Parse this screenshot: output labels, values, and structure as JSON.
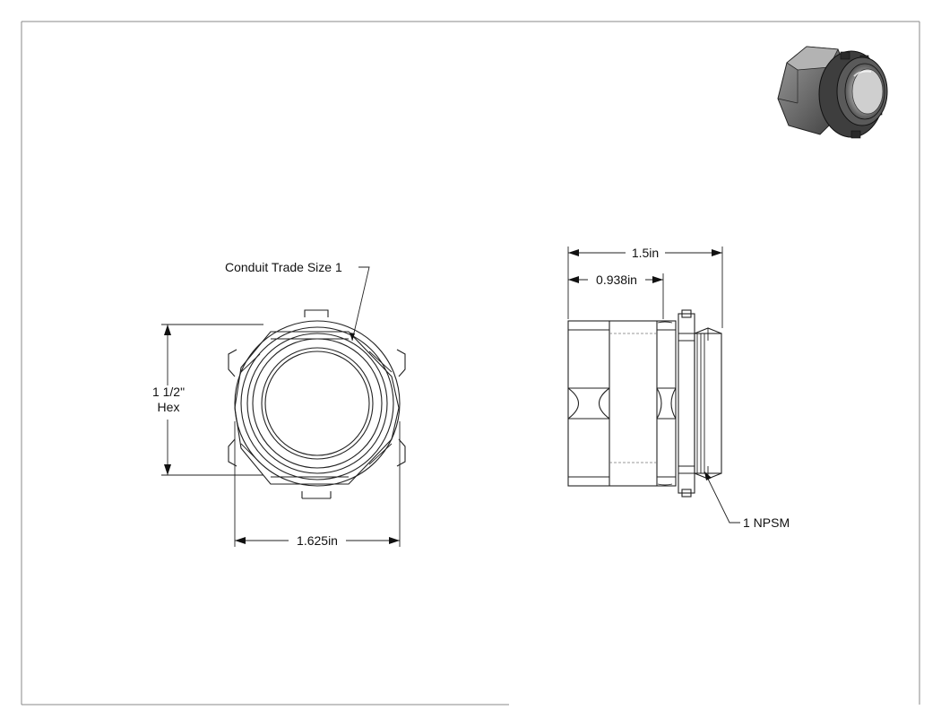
{
  "drawing": {
    "front_view": {
      "callout_label": "Conduit Trade Size 1",
      "hex_label_line1": "1 1/2\"",
      "hex_label_line2": "Hex",
      "width_label": "1.625in"
    },
    "side_view": {
      "overall_length_label": "1.5in",
      "hex_length_label": "0.938in",
      "thread_label": "1 NPSM"
    },
    "iso_view": {
      "icon": "isometric-fitting-render"
    }
  }
}
